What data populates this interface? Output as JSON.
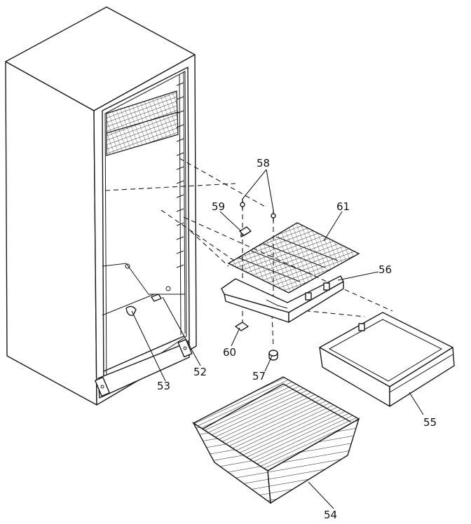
{
  "callouts": [
    {
      "id": "c52",
      "label": "52"
    },
    {
      "id": "c53",
      "label": "53"
    },
    {
      "id": "c54",
      "label": "54"
    },
    {
      "id": "c55",
      "label": "55"
    },
    {
      "id": "c56",
      "label": "56"
    },
    {
      "id": "c57",
      "label": "57"
    },
    {
      "id": "c58",
      "label": "58"
    },
    {
      "id": "c59",
      "label": "59"
    },
    {
      "id": "c60",
      "label": "60"
    },
    {
      "id": "c61",
      "label": "61"
    }
  ]
}
